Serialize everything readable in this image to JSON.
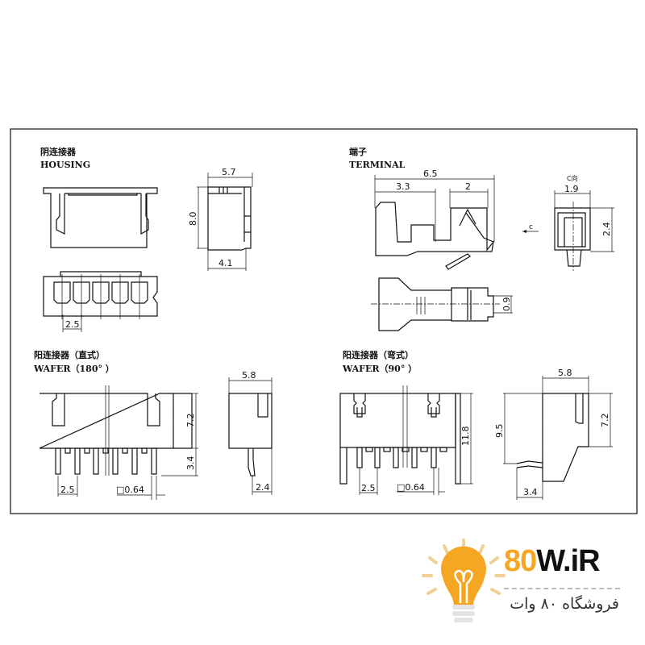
{
  "sections": {
    "housing": {
      "title_cn": "阴连接器",
      "title_en": "HOUSING",
      "dims": {
        "width": "5.7",
        "height": "8.0",
        "depth": "4.1",
        "pitch": "2.5"
      }
    },
    "terminal": {
      "title_cn": "端子",
      "title_en": "TERMINAL",
      "view_label": "C向",
      "arrow_label": "c",
      "dims": {
        "length": "6.5",
        "a": "3.3",
        "b": "2",
        "width": "1.9",
        "height": "2.4",
        "pin": "0.9"
      }
    },
    "wafer_straight": {
      "title_cn": "阳连接器（直式）",
      "title_en": "WAFER（180°  ）",
      "dims": {
        "width": "5.8",
        "height": "7.2",
        "pin_len": "3.4",
        "pitch": "2.5",
        "pin_size": "□0.64",
        "offset": "2.4"
      }
    },
    "wafer_right": {
      "title_cn": "阳连接器（弯式）",
      "title_en": "WAFER（90°  ）",
      "dims": {
        "width": "5.8",
        "total": "11.8",
        "h1": "9.5",
        "h2": "7.2",
        "pitch": "2.5",
        "pin_size": "□0.64",
        "offset": "3.4"
      }
    }
  },
  "logo": {
    "brand_accent": "80",
    "brand_rest": "W.iR",
    "tagline": "فروشگاه ۸۰ وات",
    "accent_color": "#f5a623"
  }
}
